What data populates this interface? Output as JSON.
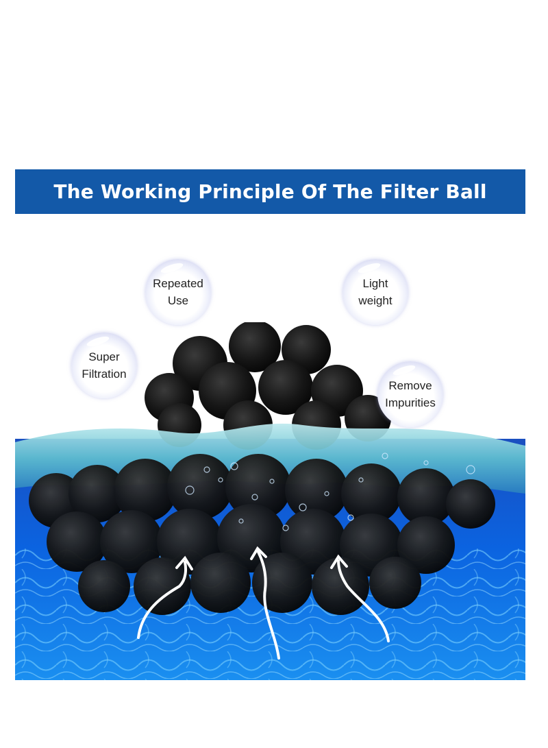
{
  "banner": {
    "title": "The Working Principle Of The Filter Ball",
    "color": "#1359a8"
  },
  "features": [
    {
      "label": "Repeated\nUse"
    },
    {
      "label": "Light\nweight"
    },
    {
      "label": "Super\nFiltration"
    },
    {
      "label": "Remove\nImpurities"
    }
  ],
  "scene": {
    "water_color": "#0d56d8",
    "surface_color": "#7fd0dc",
    "balls_color": "#141414",
    "arrow_count": 3
  }
}
